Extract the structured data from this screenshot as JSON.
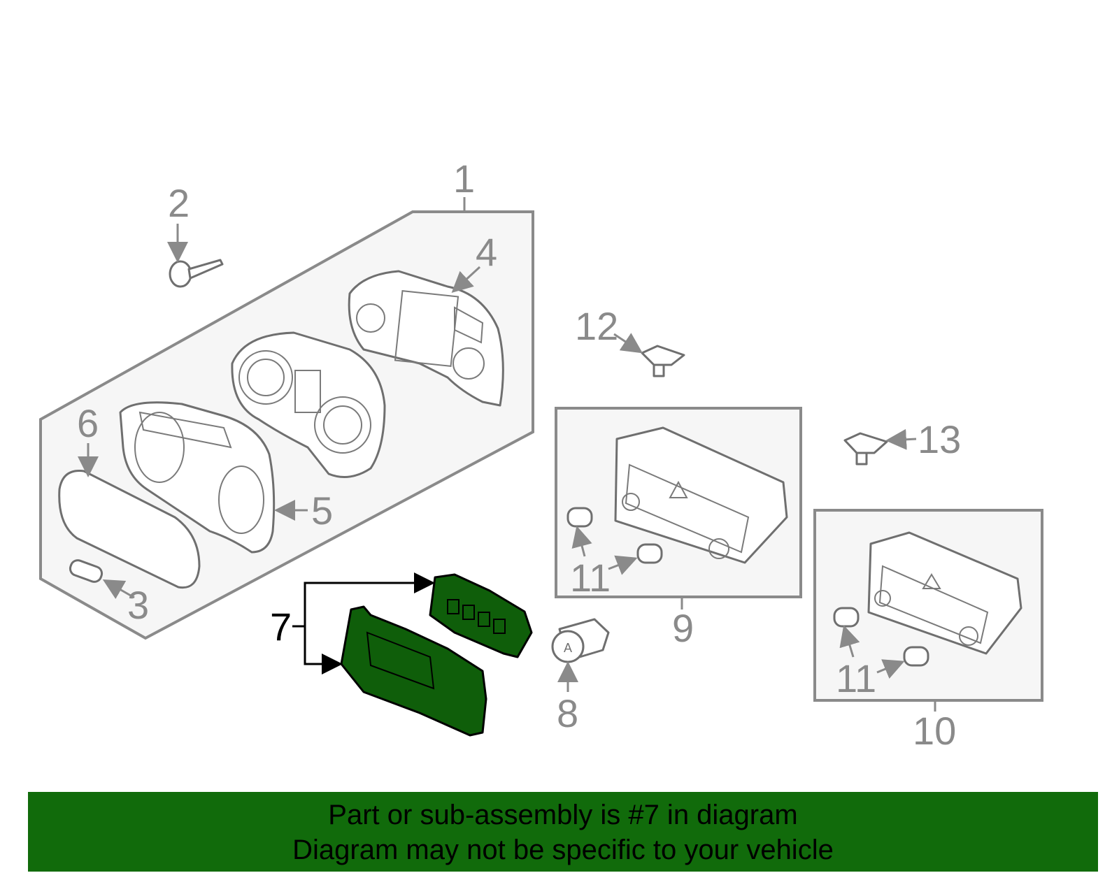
{
  "diagram": {
    "callouts": [
      "1",
      "2",
      "3",
      "4",
      "5",
      "6",
      "7",
      "8",
      "9",
      "10",
      "11",
      "11",
      "12",
      "13"
    ],
    "highlighted_part": "7",
    "colors": {
      "highlight_fill": "#0f5e0a",
      "banner_background": "#116b0b",
      "line_gray": "#8a8a8a",
      "frame_fill": "#f6f6f6"
    }
  },
  "banner": {
    "line1": "Part or sub-assembly is #7 in diagram",
    "line2": "Diagram may not be specific to your vehicle"
  }
}
